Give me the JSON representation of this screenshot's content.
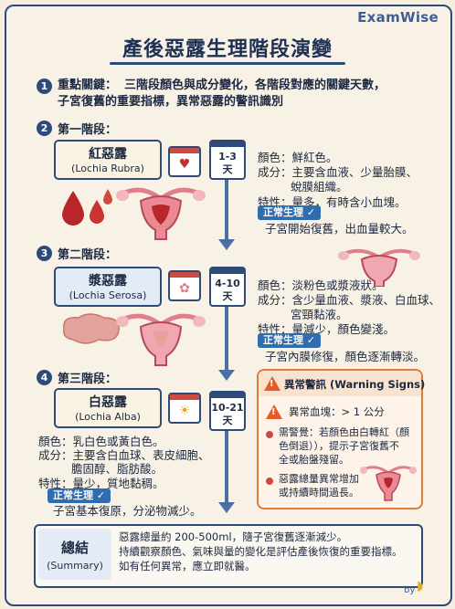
{
  "brand": "ExamWise",
  "title": "產後惡露生理階段演變",
  "key_point": {
    "num": "1",
    "label": "重點關鍵：",
    "line1": "三階段顏色與成分變化，各階段對應的關鍵天數，",
    "line2": "子宮復舊的重要指標，異常惡露的警訊識別"
  },
  "stage1": {
    "num": "2",
    "heading": "第一階段：",
    "name_zh": "紅惡露",
    "name_en": "(Lochia Rubra)",
    "days_a": "1-3",
    "days_b": "天",
    "color": "顏色：鮮紅色。",
    "comp1": "成分：主要含血液、少量胎膜、",
    "comp2": "蛻膜組織。",
    "feat": "特性：量多，有時含小血塊。",
    "badge": "正常生理 ✓",
    "note": "子宮開始復舊，出血量較大。"
  },
  "stage2": {
    "num": "3",
    "heading": "第二階段：",
    "name_zh": "漿惡露",
    "name_en": "(Lochia Serosa)",
    "days_a": "4-10",
    "days_b": "天",
    "color": "顏色：淡粉色或漿液狀。",
    "comp1": "成分：含少量血液、漿液、白血球、",
    "comp2": "宮頸黏液。",
    "feat": "特性：量減少，顏色變淺。",
    "badge": "正常生理 ✓",
    "note": "子宮內膜修復，顏色逐漸轉淡。"
  },
  "stage3": {
    "num": "4",
    "heading": "第三階段：",
    "name_zh": "白惡露",
    "name_en": "(Lochia Alba)",
    "days_a": "10-21",
    "days_b": "天",
    "color": "顏色：乳白色或黃白色。",
    "comp1": "成分：主要含白血球、表皮細胞、",
    "comp2": "膽固醇、脂肪酸。",
    "feat": "特性：量少，質地黏稠。",
    "badge": "正常生理 ✓",
    "note": "子宮基本復原，分泌物減少。"
  },
  "warning": {
    "title": "異常警訊 (Warning Signs)",
    "item1": "異常血塊：> 1 公分",
    "item2a": "需警覺：若顏色由白轉紅（顏",
    "item2b": "色倒退）），提示子宮復舊不",
    "item2c": "全或胎盤殘留。",
    "item3a": "惡露總量異常增加",
    "item3b": "或持續時間過長。"
  },
  "summary": {
    "label_zh": "總結",
    "label_en": "(Summary)",
    "line1": "惡露總量約 200-500ml，隨子宮復舊逐漸減少。",
    "line2": "持續觀察顏色、氣味與量的變化是評估產後恢復的重要指標。",
    "line3": "如有任何異常，應立即就醫。"
  },
  "footer": "by",
  "colors": {
    "accent": "#2e4a78",
    "warning": "#e07b3a",
    "badge": "#2f6db0",
    "blood": "#c0322e"
  },
  "icons": [
    "heart-calendar-icon",
    "flower-calendar-icon",
    "sun-calendar-icon",
    "warning-icon",
    "blood-drops-icon",
    "uterus-icon",
    "check-icon",
    "banana-icon"
  ]
}
